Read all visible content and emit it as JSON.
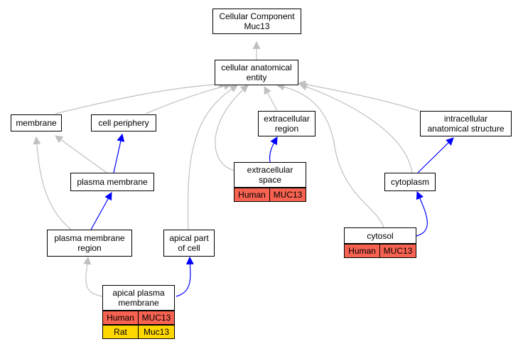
{
  "nodes": {
    "root": "Cellular Component\nMuc13",
    "cae": "cellular anatomical\nentity",
    "membrane": "membrane",
    "cell_periphery": "cell periphery",
    "extracellular_region": "extracellular\nregion",
    "intracellular": "intracellular\nanatomical structure",
    "plasma_membrane": "plasma membrane",
    "extracellular_space": "extracellular\nspace",
    "cytoplasm": "cytoplasm",
    "pm_region": "plasma membrane\nregion",
    "apical_part": "apical part\nof cell",
    "cytosol": "cytosol",
    "apical_pm": "apical plasma\nmembrane"
  },
  "annotations": {
    "extracellular_space": [
      {
        "species": "Human",
        "gene": "MUC13"
      }
    ],
    "cytosol": [
      {
        "species": "Human",
        "gene": "MUC13"
      }
    ],
    "apical_pm": [
      {
        "species": "Human",
        "gene": "MUC13"
      },
      {
        "species": "Rat",
        "gene": "Muc13"
      }
    ]
  },
  "colors": {
    "is_a_edge": "#c0c0c0",
    "part_of_edge": "#0000ff",
    "human": "#f76251",
    "rat": "#ffd700"
  }
}
